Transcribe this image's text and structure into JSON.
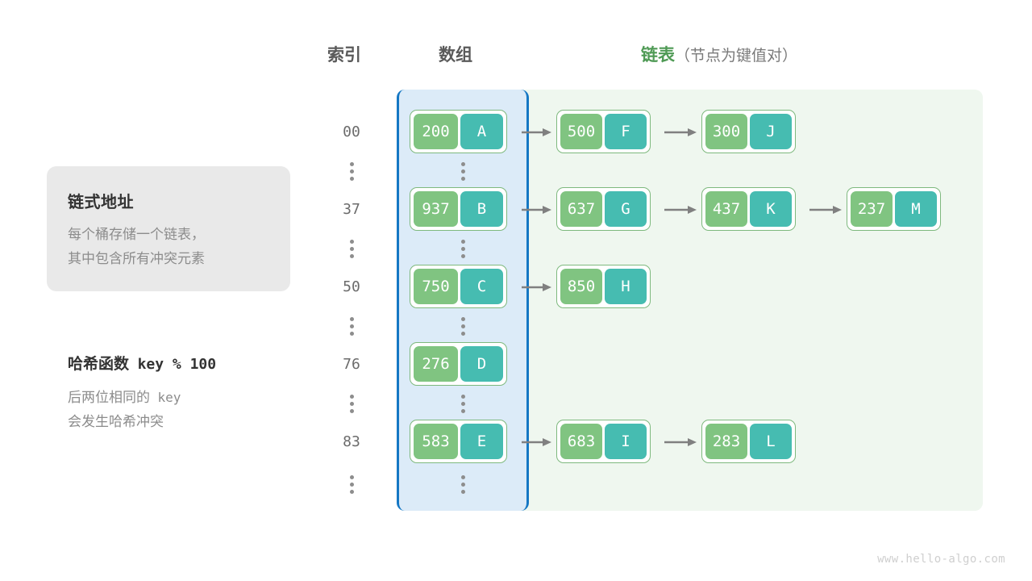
{
  "headers": {
    "index": "索引",
    "array": "数组",
    "list_main": "链表",
    "list_paren": "（节点为键值对）"
  },
  "info_card": {
    "title": "链式地址",
    "desc_line1": "每个桶存储一个链表，",
    "desc_line2": "其中包含所有冲突元素"
  },
  "hash_note": {
    "title_label": "哈希函数",
    "title_expr": "key % 100",
    "desc_line1_a": "后两位相同的",
    "desc_line1_b": "key",
    "desc_line2": "会发生哈希冲突"
  },
  "rows": [
    {
      "index": "00",
      "bucket": {
        "key": "200",
        "value": "A"
      },
      "chain": [
        {
          "key": "500",
          "value": "F"
        },
        {
          "key": "300",
          "value": "J"
        }
      ]
    },
    {
      "index": "37",
      "bucket": {
        "key": "937",
        "value": "B"
      },
      "chain": [
        {
          "key": "637",
          "value": "G"
        },
        {
          "key": "437",
          "value": "K"
        },
        {
          "key": "237",
          "value": "M"
        }
      ]
    },
    {
      "index": "50",
      "bucket": {
        "key": "750",
        "value": "C"
      },
      "chain": [
        {
          "key": "850",
          "value": "H"
        }
      ]
    },
    {
      "index": "76",
      "bucket": {
        "key": "276",
        "value": "D"
      },
      "chain": []
    },
    {
      "index": "83",
      "bucket": {
        "key": "583",
        "value": "E"
      },
      "chain": [
        {
          "key": "683",
          "value": "I"
        },
        {
          "key": "283",
          "value": "L"
        }
      ]
    }
  ],
  "ellipsis_glyph": "⋮",
  "colors": {
    "key_cell": "#80c481",
    "value_cell": "#46bcb1",
    "node_border": "#7eb97e",
    "array_panel_bg": "#dcebf8",
    "array_panel_border": "#1577c4",
    "list_panel_bg": "#eff7ef",
    "arrow": "#808080",
    "header_text": "#5a5a5a",
    "header_green": "#4f9a55",
    "card_bg": "#e9e9e9",
    "muted_text": "#8c8c8c"
  },
  "watermark": "www.hello-algo.com"
}
